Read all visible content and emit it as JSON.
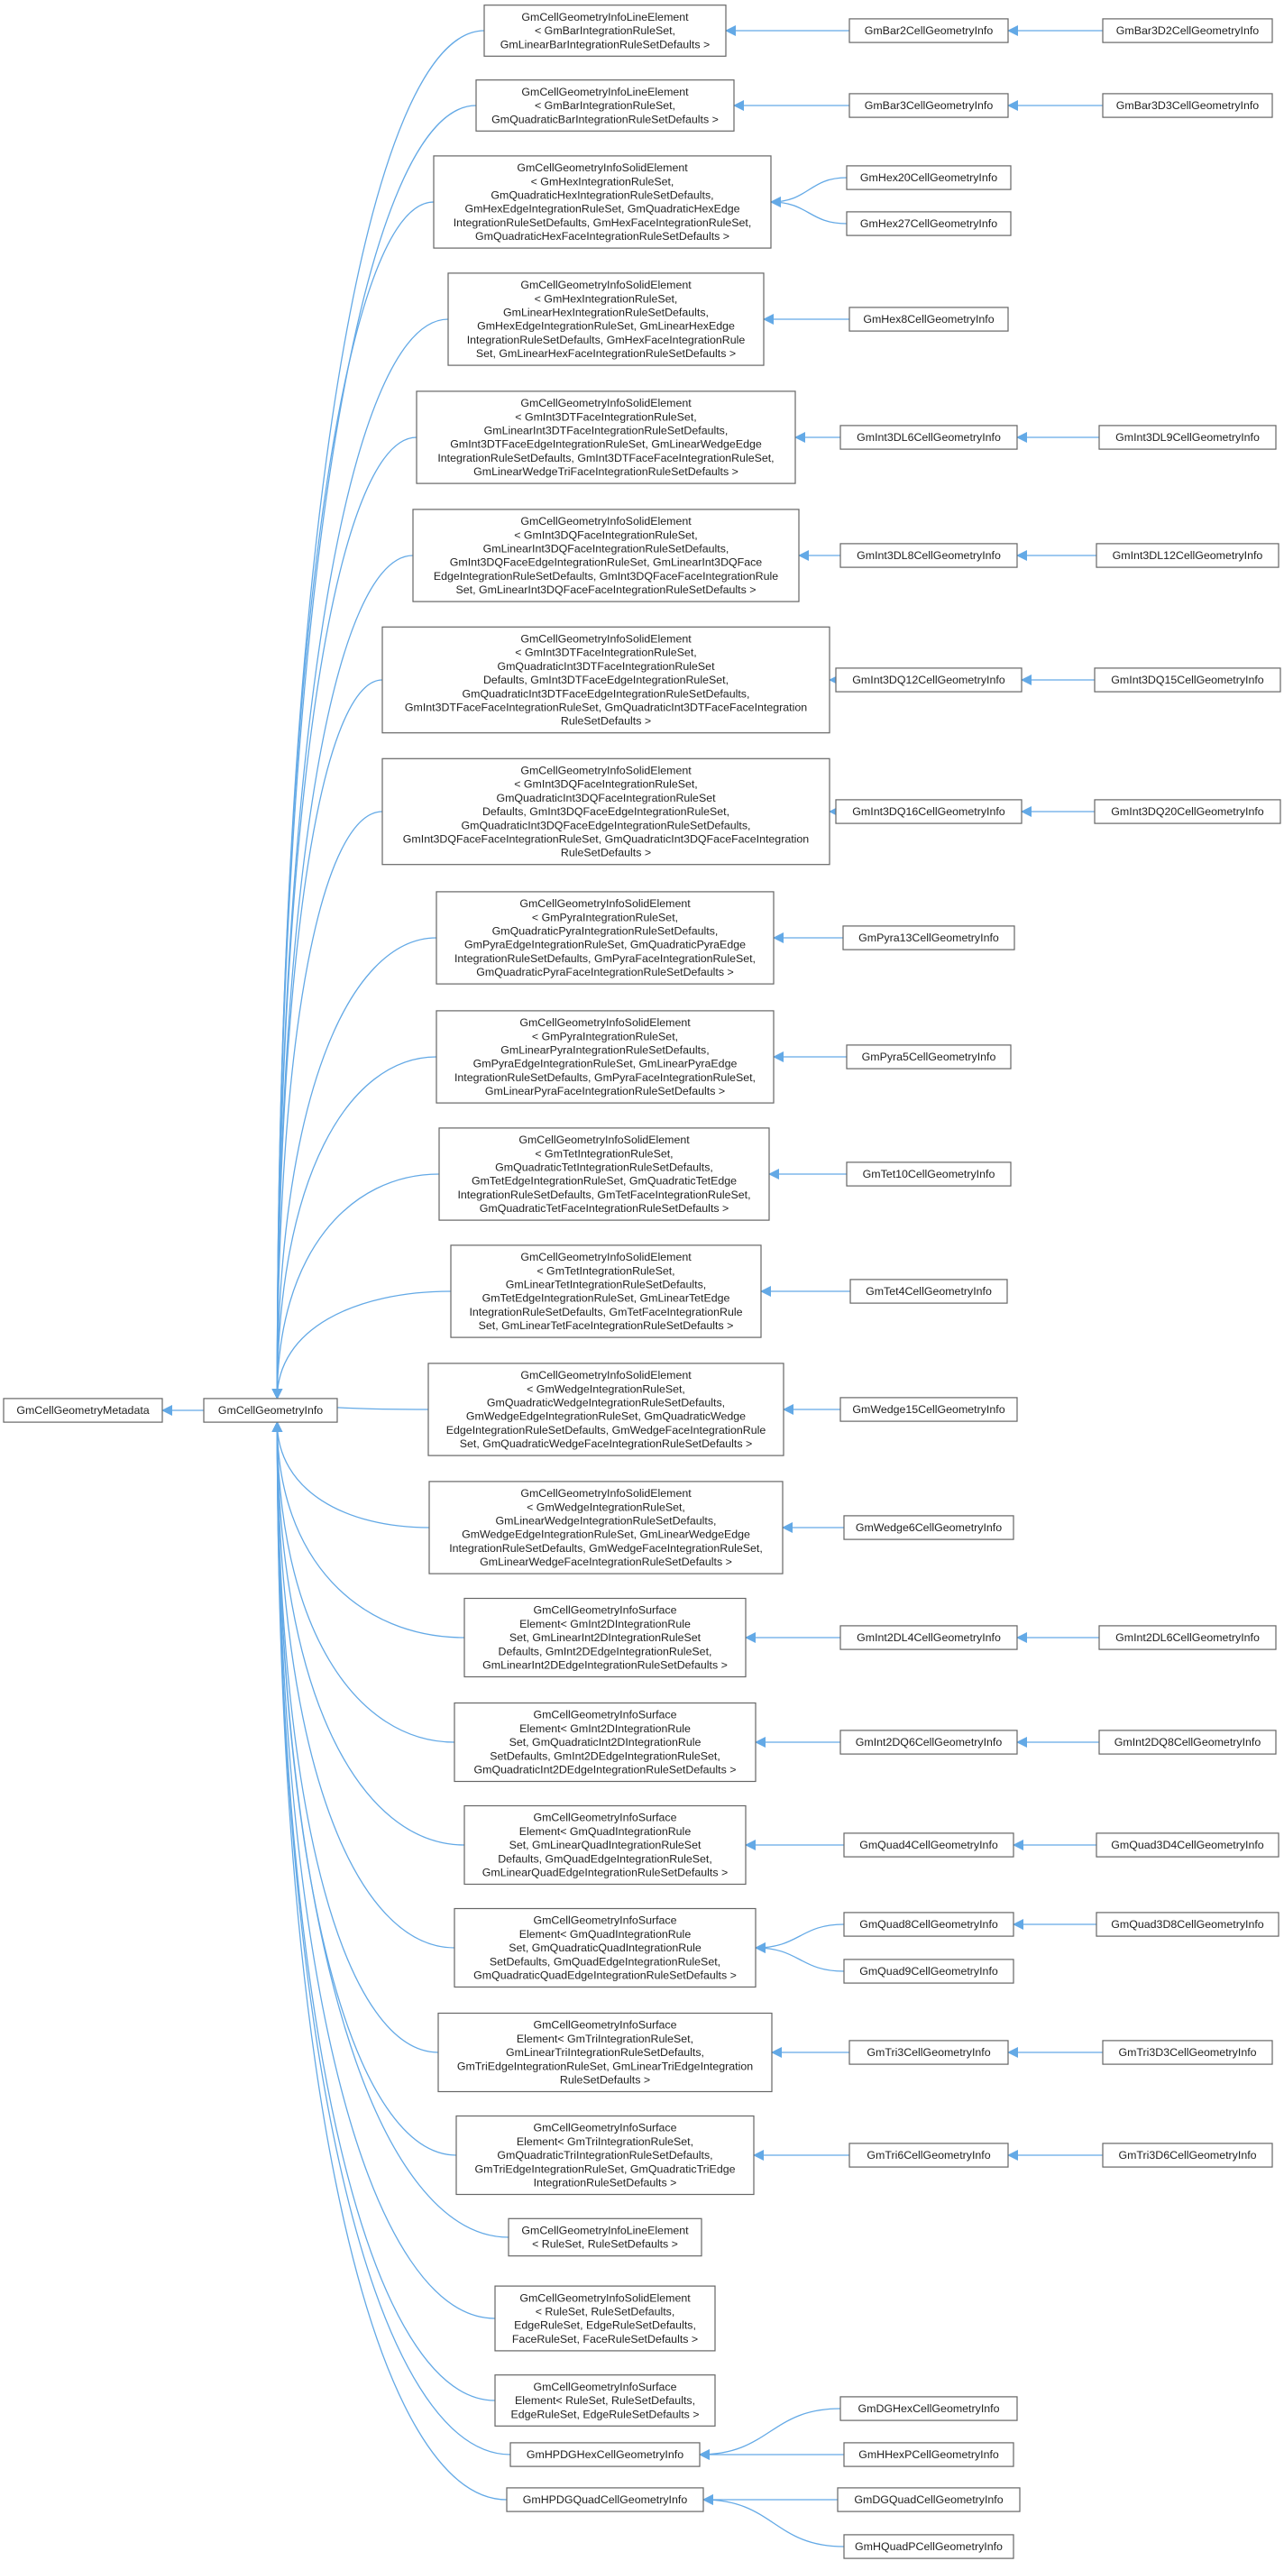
{
  "diagram": {
    "root": "GmCellGeometryMetadata",
    "base": "GmCellGeometryInfo",
    "nodes": {
      "n_meta": [
        "GmCellGeometryMetadata"
      ],
      "n_info": [
        "GmCellGeometryInfo"
      ],
      "n_barlin": [
        "GmCellGeometryInfoLineElement",
        "< GmBarIntegrationRuleSet,",
        "GmLinearBarIntegrationRuleSetDefaults >"
      ],
      "n_barquad": [
        "GmCellGeometryInfoLineElement",
        "< GmBarIntegrationRuleSet,",
        "GmQuadraticBarIntegrationRuleSetDefaults >"
      ],
      "n_hexquad": [
        "GmCellGeometryInfoSolidElement",
        "< GmHexIntegrationRuleSet,",
        "GmQuadraticHexIntegrationRuleSetDefaults,",
        "GmHexEdgeIntegrationRuleSet, GmQuadraticHexEdge",
        "IntegrationRuleSetDefaults, GmHexFaceIntegrationRuleSet,",
        "GmQuadraticHexFaceIntegrationRuleSetDefaults >"
      ],
      "n_hexlin": [
        "GmCellGeometryInfoSolidElement",
        "< GmHexIntegrationRuleSet,",
        "GmLinearHexIntegrationRuleSetDefaults,",
        "GmHexEdgeIntegrationRuleSet, GmLinearHexEdge",
        "IntegrationRuleSetDefaults, GmHexFaceIntegrationRule",
        "Set, GmLinearHexFaceIntegrationRuleSetDefaults >"
      ],
      "n_i3dtlin": [
        "GmCellGeometryInfoSolidElement",
        "< GmInt3DTFaceIntegrationRuleSet,",
        "GmLinearInt3DTFaceIntegrationRuleSetDefaults,",
        "GmInt3DTFaceEdgeIntegrationRuleSet, GmLinearWedgeEdge",
        "IntegrationRuleSetDefaults, GmInt3DTFaceFaceIntegrationRuleSet,",
        "GmLinearWedgeTriFaceIntegrationRuleSetDefaults >"
      ],
      "n_i3dqlin": [
        "GmCellGeometryInfoSolidElement",
        "< GmInt3DQFaceIntegrationRuleSet,",
        "GmLinearInt3DQFaceIntegrationRuleSetDefaults,",
        "GmInt3DQFaceEdgeIntegrationRuleSet, GmLinearInt3DQFace",
        "EdgeIntegrationRuleSetDefaults, GmInt3DQFaceFaceIntegrationRule",
        "Set, GmLinearInt3DQFaceFaceIntegrationRuleSetDefaults >"
      ],
      "n_i3dtquad": [
        "GmCellGeometryInfoSolidElement",
        "< GmInt3DTFaceIntegrationRuleSet,",
        "GmQuadraticInt3DTFaceIntegrationRuleSet",
        "Defaults, GmInt3DTFaceEdgeIntegrationRuleSet,",
        "GmQuadraticInt3DTFaceEdgeIntegrationRuleSetDefaults,",
        "GmInt3DTFaceFaceIntegrationRuleSet, GmQuadraticInt3DTFaceFaceIntegration",
        "RuleSetDefaults >"
      ],
      "n_i3dqquad": [
        "GmCellGeometryInfoSolidElement",
        "< GmInt3DQFaceIntegrationRuleSet,",
        "GmQuadraticInt3DQFaceIntegrationRuleSet",
        "Defaults, GmInt3DQFaceEdgeIntegrationRuleSet,",
        "GmQuadraticInt3DQFaceEdgeIntegrationRuleSetDefaults,",
        "GmInt3DQFaceFaceIntegrationRuleSet, GmQuadraticInt3DQFaceFaceIntegration",
        "RuleSetDefaults >"
      ],
      "n_pyraquad": [
        "GmCellGeometryInfoSolidElement",
        "< GmPyraIntegrationRuleSet,",
        "GmQuadraticPyraIntegrationRuleSetDefaults,",
        "GmPyraEdgeIntegrationRuleSet, GmQuadraticPyraEdge",
        "IntegrationRuleSetDefaults, GmPyraFaceIntegrationRuleSet,",
        "GmQuadraticPyraFaceIntegrationRuleSetDefaults >"
      ],
      "n_pyralin": [
        "GmCellGeometryInfoSolidElement",
        "< GmPyraIntegrationRuleSet,",
        "GmLinearPyraIntegrationRuleSetDefaults,",
        "GmPyraEdgeIntegrationRuleSet, GmLinearPyraEdge",
        "IntegrationRuleSetDefaults, GmPyraFaceIntegrationRuleSet,",
        "GmLinearPyraFaceIntegrationRuleSetDefaults >"
      ],
      "n_tetquad": [
        "GmCellGeometryInfoSolidElement",
        "< GmTetIntegrationRuleSet,",
        "GmQuadraticTetIntegrationRuleSetDefaults,",
        "GmTetEdgeIntegrationRuleSet, GmQuadraticTetEdge",
        "IntegrationRuleSetDefaults, GmTetFaceIntegrationRuleSet,",
        "GmQuadraticTetFaceIntegrationRuleSetDefaults >"
      ],
      "n_tetlin": [
        "GmCellGeometryInfoSolidElement",
        "< GmTetIntegrationRuleSet,",
        "GmLinearTetIntegrationRuleSetDefaults,",
        "GmTetEdgeIntegrationRuleSet, GmLinearTetEdge",
        "IntegrationRuleSetDefaults, GmTetFaceIntegrationRule",
        "Set, GmLinearTetFaceIntegrationRuleSetDefaults >"
      ],
      "n_wedgequad": [
        "GmCellGeometryInfoSolidElement",
        "< GmWedgeIntegrationRuleSet,",
        "GmQuadraticWedgeIntegrationRuleSetDefaults,",
        "GmWedgeEdgeIntegrationRuleSet, GmQuadraticWedge",
        "EdgeIntegrationRuleSetDefaults, GmWedgeFaceIntegrationRule",
        "Set, GmQuadraticWedgeFaceIntegrationRuleSetDefaults >"
      ],
      "n_wedgelin": [
        "GmCellGeometryInfoSolidElement",
        "< GmWedgeIntegrationRuleSet,",
        "GmLinearWedgeIntegrationRuleSetDefaults,",
        "GmWedgeEdgeIntegrationRuleSet, GmLinearWedgeEdge",
        "IntegrationRuleSetDefaults, GmWedgeFaceIntegrationRuleSet,",
        "GmLinearWedgeFaceIntegrationRuleSetDefaults >"
      ],
      "n_i2dlin": [
        "GmCellGeometryInfoSurface",
        "Element< GmInt2DIntegrationRule",
        "Set, GmLinearInt2DIntegrationRuleSet",
        "Defaults, GmInt2DEdgeIntegrationRuleSet,",
        "GmLinearInt2DEdgeIntegrationRuleSetDefaults >"
      ],
      "n_i2dquad": [
        "GmCellGeometryInfoSurface",
        "Element< GmInt2DIntegrationRule",
        "Set, GmQuadraticInt2DIntegrationRule",
        "SetDefaults, GmInt2DEdgeIntegrationRuleSet,",
        "GmQuadraticInt2DEdgeIntegrationRuleSetDefaults >"
      ],
      "n_quadlin": [
        "GmCellGeometryInfoSurface",
        "Element< GmQuadIntegrationRule",
        "Set, GmLinearQuadIntegrationRuleSet",
        "Defaults, GmQuadEdgeIntegrationRuleSet,",
        "GmLinearQuadEdgeIntegrationRuleSetDefaults >"
      ],
      "n_quadquad": [
        "GmCellGeometryInfoSurface",
        "Element< GmQuadIntegrationRule",
        "Set, GmQuadraticQuadIntegrationRule",
        "SetDefaults, GmQuadEdgeIntegrationRuleSet,",
        "GmQuadraticQuadEdgeIntegrationRuleSetDefaults >"
      ],
      "n_trilin": [
        "GmCellGeometryInfoSurface",
        "Element< GmTriIntegrationRuleSet,",
        "GmLinearTriIntegrationRuleSetDefaults,",
        "GmTriEdgeIntegrationRuleSet, GmLinearTriEdgeIntegration",
        "RuleSetDefaults >"
      ],
      "n_triquad": [
        "GmCellGeometryInfoSurface",
        "Element< GmTriIntegrationRuleSet,",
        "GmQuadraticTriIntegrationRuleSetDefaults,",
        "GmTriEdgeIntegrationRuleSet, GmQuadraticTriEdge",
        "IntegrationRuleSetDefaults >"
      ],
      "n_linegen": [
        "GmCellGeometryInfoLineElement",
        "< RuleSet, RuleSetDefaults >"
      ],
      "n_solidgen": [
        "GmCellGeometryInfoSolidElement",
        "< RuleSet, RuleSetDefaults,",
        "EdgeRuleSet, EdgeRuleSetDefaults,",
        "FaceRuleSet, FaceRuleSetDefaults >"
      ],
      "n_surfgen": [
        "GmCellGeometryInfoSurface",
        "Element< RuleSet, RuleSetDefaults,",
        "EdgeRuleSet, EdgeRuleSetDefaults >"
      ],
      "n_hpdghex": [
        "GmHPDGHexCellGeometryInfo"
      ],
      "n_hpdgquad": [
        "GmHPDGQuadCellGeometryInfo"
      ],
      "c_bar2": [
        "GmBar2CellGeometryInfo"
      ],
      "c_bar3": [
        "GmBar3CellGeometryInfo"
      ],
      "c_hex20": [
        "GmHex20CellGeometryInfo"
      ],
      "c_hex27": [
        "GmHex27CellGeometryInfo"
      ],
      "c_hex8": [
        "GmHex8CellGeometryInfo"
      ],
      "c_i3dl6": [
        "GmInt3DL6CellGeometryInfo"
      ],
      "c_i3dl8": [
        "GmInt3DL8CellGeometryInfo"
      ],
      "c_i3dq12": [
        "GmInt3DQ12CellGeometryInfo"
      ],
      "c_i3dq16": [
        "GmInt3DQ16CellGeometryInfo"
      ],
      "c_pyra13": [
        "GmPyra13CellGeometryInfo"
      ],
      "c_pyra5": [
        "GmPyra5CellGeometryInfo"
      ],
      "c_tet10": [
        "GmTet10CellGeometryInfo"
      ],
      "c_tet4": [
        "GmTet4CellGeometryInfo"
      ],
      "c_wedge15": [
        "GmWedge15CellGeometryInfo"
      ],
      "c_wedge6": [
        "GmWedge6CellGeometryInfo"
      ],
      "c_i2dl4": [
        "GmInt2DL4CellGeometryInfo"
      ],
      "c_i2dq6": [
        "GmInt2DQ6CellGeometryInfo"
      ],
      "c_quad4": [
        "GmQuad4CellGeometryInfo"
      ],
      "c_quad8": [
        "GmQuad8CellGeometryInfo"
      ],
      "c_quad9": [
        "GmQuad9CellGeometryInfo"
      ],
      "c_tri3": [
        "GmTri3CellGeometryInfo"
      ],
      "c_tri6": [
        "GmTri6CellGeometryInfo"
      ],
      "c_dghex": [
        "GmDGHexCellGeometryInfo"
      ],
      "c_hhexp": [
        "GmHHexPCellGeometryInfo"
      ],
      "c_dgquad": [
        "GmDGQuadCellGeometryInfo"
      ],
      "c_hquadp": [
        "GmHQuadPCellGeometryInfo"
      ],
      "d_bar3d2": [
        "GmBar3D2CellGeometryInfo"
      ],
      "d_bar3d3": [
        "GmBar3D3CellGeometryInfo"
      ],
      "d_i3dl9": [
        "GmInt3DL9CellGeometryInfo"
      ],
      "d_i3dl12": [
        "GmInt3DL12CellGeometryInfo"
      ],
      "d_i3dq15": [
        "GmInt3DQ15CellGeometryInfo"
      ],
      "d_i3dq20": [
        "GmInt3DQ20CellGeometryInfo"
      ],
      "d_i2dl6": [
        "GmInt2DL6CellGeometryInfo"
      ],
      "d_i2dq8": [
        "GmInt2DQ8CellGeometryInfo"
      ],
      "d_quad3d4": [
        "GmQuad3D4CellGeometryInfo"
      ],
      "d_quad3d8": [
        "GmQuad3D8CellGeometryInfo"
      ],
      "d_tri3d3": [
        "GmTri3D3CellGeometryInfo"
      ],
      "d_tri3d6": [
        "GmTri3D6CellGeometryInfo"
      ]
    },
    "edges": [
      [
        "n_meta",
        "n_info"
      ],
      [
        "n_info",
        "n_barlin"
      ],
      [
        "n_info",
        "n_barquad"
      ],
      [
        "n_info",
        "n_hexquad"
      ],
      [
        "n_info",
        "n_hexlin"
      ],
      [
        "n_info",
        "n_i3dtlin"
      ],
      [
        "n_info",
        "n_i3dqlin"
      ],
      [
        "n_info",
        "n_i3dtquad"
      ],
      [
        "n_info",
        "n_i3dqquad"
      ],
      [
        "n_info",
        "n_pyraquad"
      ],
      [
        "n_info",
        "n_pyralin"
      ],
      [
        "n_info",
        "n_tetquad"
      ],
      [
        "n_info",
        "n_tetlin"
      ],
      [
        "n_info",
        "n_wedgequad"
      ],
      [
        "n_info",
        "n_wedgelin"
      ],
      [
        "n_info",
        "n_i2dlin"
      ],
      [
        "n_info",
        "n_i2dquad"
      ],
      [
        "n_info",
        "n_quadlin"
      ],
      [
        "n_info",
        "n_quadquad"
      ],
      [
        "n_info",
        "n_trilin"
      ],
      [
        "n_info",
        "n_triquad"
      ],
      [
        "n_info",
        "n_linegen"
      ],
      [
        "n_info",
        "n_solidgen"
      ],
      [
        "n_info",
        "n_surfgen"
      ],
      [
        "n_info",
        "n_hpdghex"
      ],
      [
        "n_info",
        "n_hpdgquad"
      ],
      [
        "n_barlin",
        "c_bar2"
      ],
      [
        "n_barquad",
        "c_bar3"
      ],
      [
        "n_hexquad",
        "c_hex20"
      ],
      [
        "n_hexquad",
        "c_hex27"
      ],
      [
        "n_hexlin",
        "c_hex8"
      ],
      [
        "n_i3dtlin",
        "c_i3dl6"
      ],
      [
        "n_i3dqlin",
        "c_i3dl8"
      ],
      [
        "n_i3dtquad",
        "c_i3dq12"
      ],
      [
        "n_i3dqquad",
        "c_i3dq16"
      ],
      [
        "n_pyraquad",
        "c_pyra13"
      ],
      [
        "n_pyralin",
        "c_pyra5"
      ],
      [
        "n_tetquad",
        "c_tet10"
      ],
      [
        "n_tetlin",
        "c_tet4"
      ],
      [
        "n_wedgequad",
        "c_wedge15"
      ],
      [
        "n_wedgelin",
        "c_wedge6"
      ],
      [
        "n_i2dlin",
        "c_i2dl4"
      ],
      [
        "n_i2dquad",
        "c_i2dq6"
      ],
      [
        "n_quadlin",
        "c_quad4"
      ],
      [
        "n_quadquad",
        "c_quad8"
      ],
      [
        "n_quadquad",
        "c_quad9"
      ],
      [
        "n_trilin",
        "c_tri3"
      ],
      [
        "n_triquad",
        "c_tri6"
      ],
      [
        "n_hpdghex",
        "c_dghex"
      ],
      [
        "n_hpdghex",
        "c_hhexp"
      ],
      [
        "n_hpdgquad",
        "c_dgquad"
      ],
      [
        "n_hpdgquad",
        "c_hquadp"
      ],
      [
        "c_bar2",
        "d_bar3d2"
      ],
      [
        "c_bar3",
        "d_bar3d3"
      ],
      [
        "c_i3dl6",
        "d_i3dl9"
      ],
      [
        "c_i3dl8",
        "d_i3dl12"
      ],
      [
        "c_i3dq12",
        "d_i3dq15"
      ],
      [
        "c_i3dq16",
        "d_i3dq20"
      ],
      [
        "c_i2dl4",
        "d_i2dl6"
      ],
      [
        "c_i2dq6",
        "d_i2dq8"
      ],
      [
        "c_quad4",
        "d_quad3d4"
      ],
      [
        "c_quad8",
        "d_quad3d8"
      ],
      [
        "c_tri3",
        "d_tri3d3"
      ],
      [
        "c_tri6",
        "d_tri3d6"
      ]
    ],
    "colors": {
      "edge": "#63a9e6",
      "node_border": "#666666",
      "node_fill": "#ffffff",
      "text": "#222222"
    }
  }
}
